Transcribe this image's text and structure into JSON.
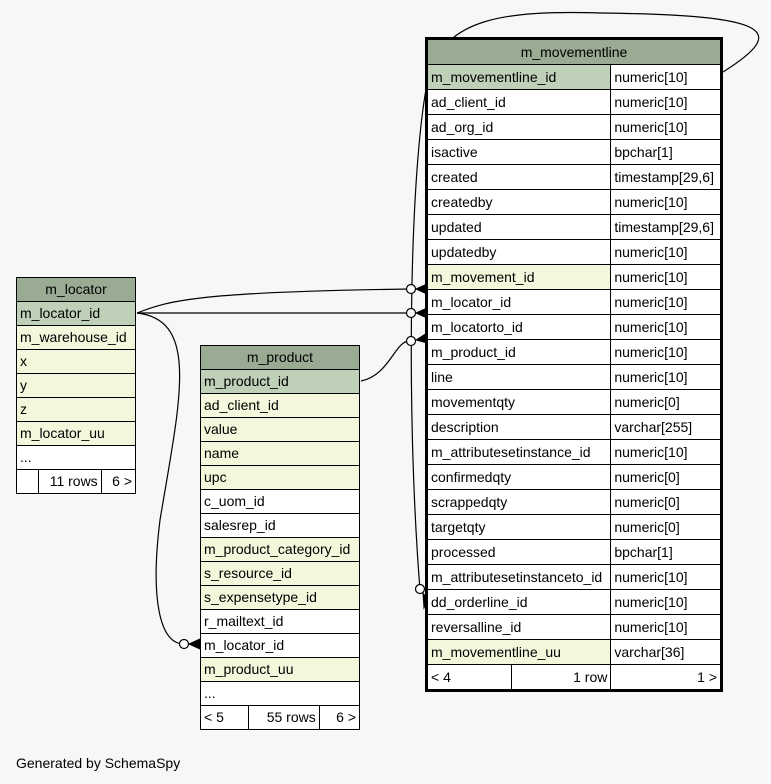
{
  "tables": {
    "m_locator": {
      "title": "m_locator",
      "columns": [
        {
          "name": "m_locator_id",
          "kind": "pk"
        },
        {
          "name": "m_warehouse_id",
          "kind": "fk"
        },
        {
          "name": "x",
          "kind": "fk"
        },
        {
          "name": "y",
          "kind": "fk"
        },
        {
          "name": "z",
          "kind": "fk"
        },
        {
          "name": "m_locator_uu",
          "kind": "fk"
        },
        {
          "name": "...",
          "kind": "plain"
        }
      ],
      "footer": {
        "left": "",
        "rows": "11 rows",
        "right": "6 >"
      }
    },
    "m_product": {
      "title": "m_product",
      "columns": [
        {
          "name": "m_product_id",
          "kind": "pk"
        },
        {
          "name": "ad_client_id",
          "kind": "fk"
        },
        {
          "name": "value",
          "kind": "fk"
        },
        {
          "name": "name",
          "kind": "fk"
        },
        {
          "name": "upc",
          "kind": "fk"
        },
        {
          "name": "c_uom_id",
          "kind": "plain"
        },
        {
          "name": "salesrep_id",
          "kind": "plain"
        },
        {
          "name": "m_product_category_id",
          "kind": "fk"
        },
        {
          "name": "s_resource_id",
          "kind": "fk"
        },
        {
          "name": "s_expensetype_id",
          "kind": "fk"
        },
        {
          "name": "r_mailtext_id",
          "kind": "plain"
        },
        {
          "name": "m_locator_id",
          "kind": "plain"
        },
        {
          "name": "m_product_uu",
          "kind": "fk"
        },
        {
          "name": "...",
          "kind": "plain"
        }
      ],
      "footer": {
        "left": "< 5",
        "rows": "55 rows",
        "right": "6 >"
      }
    },
    "m_movementline": {
      "title": "m_movementline",
      "columns": [
        {
          "name": "m_movementline_id",
          "type": "numeric[10]",
          "kind": "pk"
        },
        {
          "name": "ad_client_id",
          "type": "numeric[10]",
          "kind": "plain"
        },
        {
          "name": "ad_org_id",
          "type": "numeric[10]",
          "kind": "plain"
        },
        {
          "name": "isactive",
          "type": "bpchar[1]",
          "kind": "plain"
        },
        {
          "name": "created",
          "type": "timestamp[29,6]",
          "kind": "plain"
        },
        {
          "name": "createdby",
          "type": "numeric[10]",
          "kind": "plain"
        },
        {
          "name": "updated",
          "type": "timestamp[29,6]",
          "kind": "plain"
        },
        {
          "name": "updatedby",
          "type": "numeric[10]",
          "kind": "plain"
        },
        {
          "name": "m_movement_id",
          "type": "numeric[10]",
          "kind": "fk"
        },
        {
          "name": "m_locator_id",
          "type": "numeric[10]",
          "kind": "plain"
        },
        {
          "name": "m_locatorto_id",
          "type": "numeric[10]",
          "kind": "plain"
        },
        {
          "name": "m_product_id",
          "type": "numeric[10]",
          "kind": "plain"
        },
        {
          "name": "line",
          "type": "numeric[10]",
          "kind": "plain"
        },
        {
          "name": "movementqty",
          "type": "numeric[0]",
          "kind": "plain"
        },
        {
          "name": "description",
          "type": "varchar[255]",
          "kind": "plain"
        },
        {
          "name": "m_attributesetinstance_id",
          "type": "numeric[10]",
          "kind": "plain"
        },
        {
          "name": "confirmedqty",
          "type": "numeric[0]",
          "kind": "plain"
        },
        {
          "name": "scrappedqty",
          "type": "numeric[0]",
          "kind": "plain"
        },
        {
          "name": "targetqty",
          "type": "numeric[0]",
          "kind": "plain"
        },
        {
          "name": "processed",
          "type": "bpchar[1]",
          "kind": "plain"
        },
        {
          "name": "m_attributesetinstanceto_id",
          "type": "numeric[10]",
          "kind": "plain"
        },
        {
          "name": "dd_orderline_id",
          "type": "numeric[10]",
          "kind": "plain"
        },
        {
          "name": "reversalline_id",
          "type": "numeric[10]",
          "kind": "plain"
        },
        {
          "name": "m_movementline_uu",
          "type": "varchar[36]",
          "kind": "fk"
        }
      ],
      "footer": {
        "left": "< 4",
        "rows": "1 row",
        "right": "1 >"
      }
    }
  },
  "relationships": [
    {
      "from": "m_locator.m_locator_id",
      "to": "m_movementline.m_locator_id"
    },
    {
      "from": "m_locator.m_locator_id",
      "to": "m_movementline.m_locatorto_id"
    },
    {
      "from": "m_locator.m_locator_id",
      "to": "m_product.m_locator_id"
    },
    {
      "from": "m_product.m_product_id",
      "to": "m_movementline.m_product_id"
    },
    {
      "from": "m_movementline.m_movementline_id",
      "to": "m_movementline.reversalline_id"
    }
  ],
  "colors": {
    "header": "#9aab94",
    "primary_key": "#bfd0b9",
    "foreign_key": "#f4f7dc",
    "background": "#f7f7f7"
  },
  "footer_text": "Generated by SchemaSpy"
}
